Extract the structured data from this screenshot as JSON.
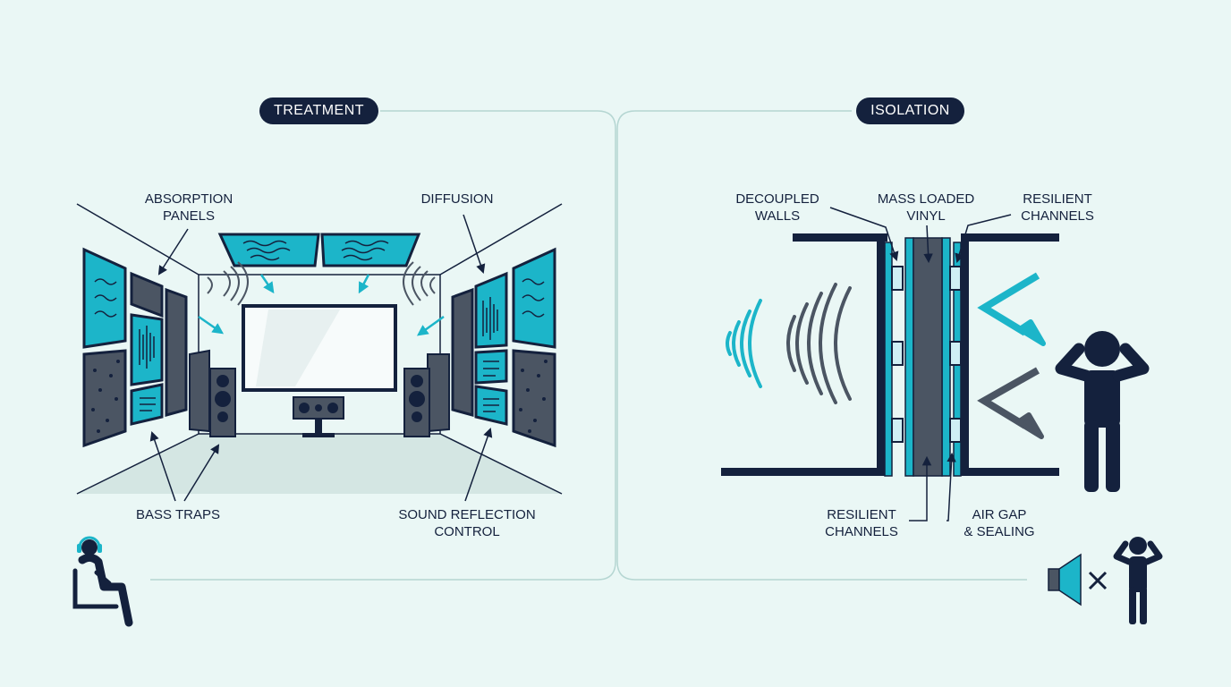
{
  "colors": {
    "background": "#eaf7f5",
    "navy": "#14213d",
    "slate": "#4b5563",
    "teal": "#1cb5c9",
    "pill_bg": "#14213d",
    "pill_text": "#ffffff"
  },
  "treatment": {
    "title": "TREATMENT",
    "labels": {
      "absorption_panels": [
        "ABSORPTION",
        "PANELS"
      ],
      "diffusion": [
        "DIFFUSION"
      ],
      "bass_traps": [
        "BASS TRAPS"
      ],
      "sound_reflection_control": [
        "SOUND REFLECTION",
        "CONTROL"
      ]
    },
    "icon": "listener-with-headphones-icon"
  },
  "isolation": {
    "title": "ISOLATION",
    "labels": {
      "decoupled_walls": [
        "DECOUPLED",
        "WALLS"
      ],
      "mass_loaded_vinyl": [
        "MASS LOADED",
        "VINYL"
      ],
      "resilient_channels_top": [
        "RESILIENT",
        "CHANNELS"
      ],
      "resilient_channels_bottom": [
        "RESILIENT",
        "CHANNELS"
      ],
      "air_gap_sealing": [
        "AIR GAP",
        "& SEALING"
      ]
    },
    "icon": "speaker-muted-person-icon"
  }
}
